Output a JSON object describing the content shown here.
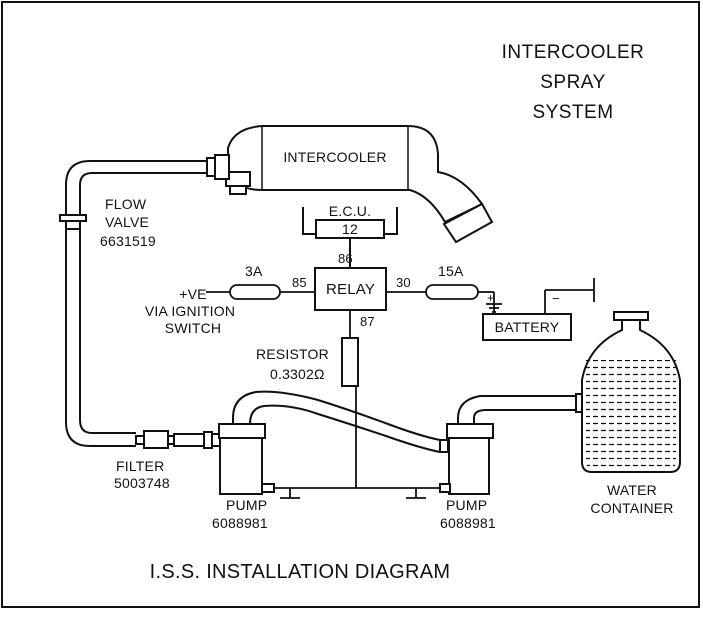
{
  "title": [
    "INTERCOOLER",
    "SPRAY",
    "SYSTEM"
  ],
  "caption": "I.S.S. INSTALLATION DIAGRAM",
  "components": {
    "intercooler": "INTERCOOLER",
    "ecu": "E.C.U.",
    "ecu_pin": "12",
    "relay": "RELAY",
    "relay_pins": {
      "p85": "85",
      "p86": "86",
      "p30": "30",
      "p87": "87"
    },
    "fuse_left": "3A",
    "fuse_right": "15A",
    "battery": "BATTERY",
    "battery_plus": "+",
    "battery_minus": "−",
    "power_source": [
      "+VE",
      "VIA IGNITION",
      "SWITCH"
    ],
    "flow_valve": [
      "FLOW",
      "VALVE",
      "6631519"
    ],
    "resistor": [
      "RESISTOR",
      "0.3302Ω"
    ],
    "filter": [
      "FILTER",
      "5003748"
    ],
    "pump_left": [
      "PUMP",
      "6088981"
    ],
    "pump_right": [
      "PUMP",
      "6088981"
    ],
    "water_container": [
      "WATER",
      "CONTAINER"
    ]
  }
}
